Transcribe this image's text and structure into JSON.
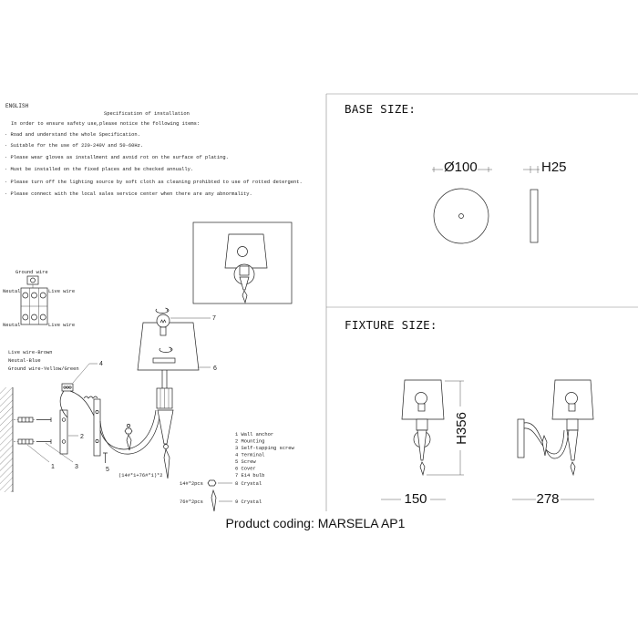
{
  "colors": {
    "ink": "#222222",
    "paper": "#ffffff"
  },
  "header": {
    "language": "ENGLISH",
    "title": "Specification of installation"
  },
  "notice": {
    "intro": "In order to ensure safety use,please notice the following items:",
    "items": [
      "· Road and understand the whole Specification.",
      "· Suitable for the use of 220-240V and 50-60Hz.",
      "· Please wear gloves as installment and avoid rot on the surface of plating.",
      "· Must be installed on the fixed places and be checked annually.",
      "· Please turn off the lighting source by soft cloth as cleaning prohibted to use of rotted detergent.",
      "· Please connect with the local sales service center when there are any abnormality."
    ]
  },
  "wiring": {
    "ground_label": "Ground wire",
    "neutral_upper": "Neutal",
    "live_upper": "Live wire",
    "neutral_lower": "Neutal",
    "live_lower": "Live wire",
    "color_code": [
      "Live wire-Brown",
      "Neutal-Blue",
      "Ground wire-Yellow/Green"
    ]
  },
  "callouts": {
    "c1": "1",
    "c2": "2",
    "c3": "3",
    "c4": "4",
    "c5": "5",
    "c6": "6",
    "c7": "7"
  },
  "parts_list": [
    "1 Wall anchor",
    "2 Mounting",
    "3 Self-tapping screw",
    "4 Terminal",
    "5 Screw",
    "6 Cover",
    "7 E14 bulb",
    "8 Crystal",
    "9 Crystal"
  ],
  "crystals": {
    "combination": "(14#*1+76#*1)*2",
    "small_qty": "14#*2pcs",
    "long_qty": "76#*2pcs"
  },
  "base_size": {
    "heading": "BASE SIZE:",
    "diameter": "Ø100",
    "height": "H25"
  },
  "fixture_size": {
    "heading": "FIXTURE SIZE:",
    "height": "H356",
    "width": "150",
    "depth": "278"
  },
  "footer": {
    "product_coding": "Product coding: MARSELA AP1"
  }
}
